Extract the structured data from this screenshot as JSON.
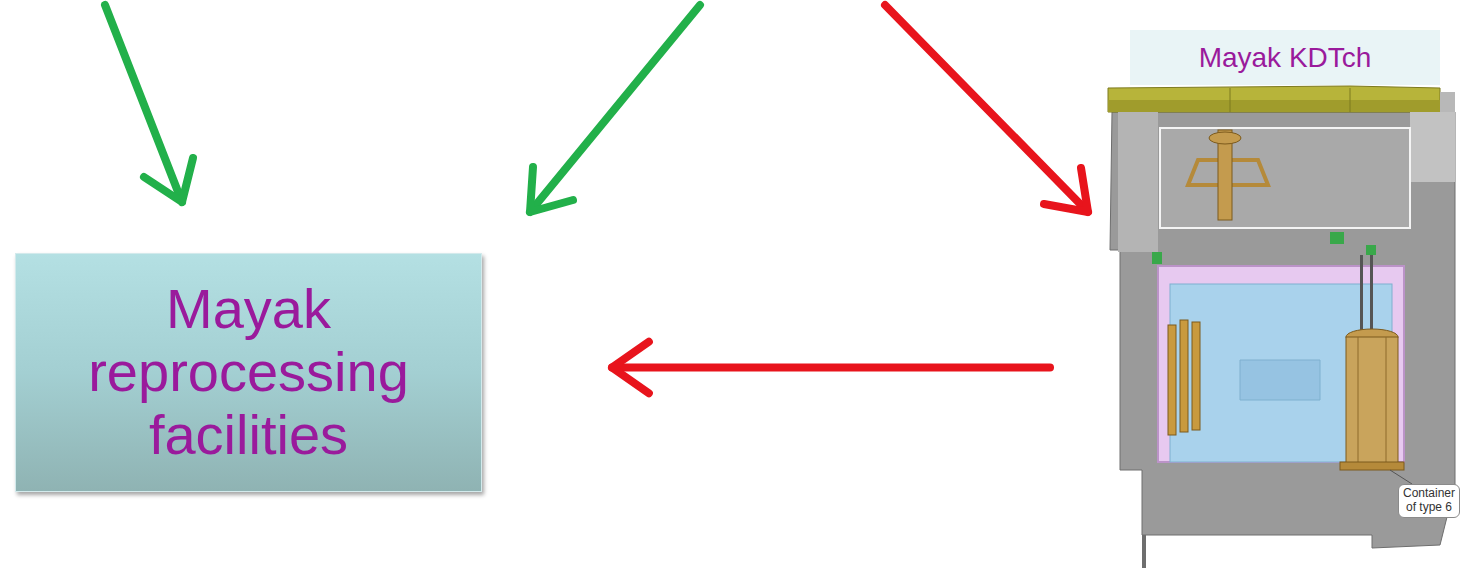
{
  "diagram": {
    "nodes": [
      {
        "text": [
          "Mayak reprocessing facilities"
        ]
      },
      {
        "text": [
          "Mayak KDTch"
        ]
      }
    ],
    "edges": [
      {
        "from": 1,
        "to": 0,
        "arrow": "to"
      }
    ],
    "labels": [
      "Container of type 6"
    ]
  }
}
